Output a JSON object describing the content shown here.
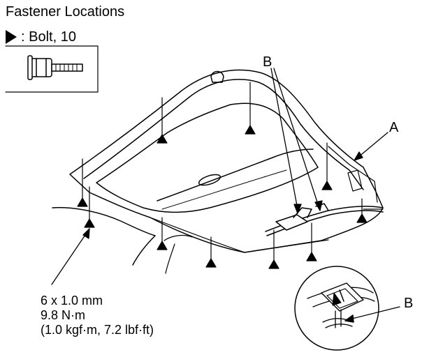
{
  "title": "Fastener Locations",
  "legend": {
    "text": ": Bolt, 10",
    "icon": "triangle-marker-icon"
  },
  "labels": {
    "a": "A",
    "b_top": "B",
    "b_detail": "B"
  },
  "spec": {
    "size": "6 x 1.0 mm",
    "torque_nm": "9.8 N·m",
    "torque_alt": "(1.0 kgf·m, 7.2 lbf·ft)"
  },
  "colors": {
    "line": "#000000",
    "background": "#ffffff"
  }
}
